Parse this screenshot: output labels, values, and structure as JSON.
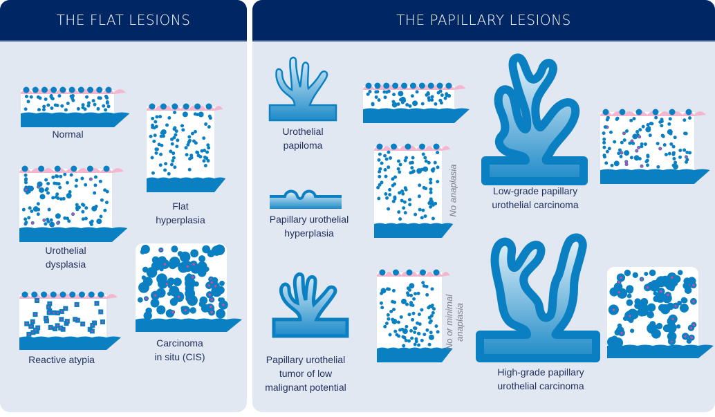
{
  "colors": {
    "header": "#002663",
    "panel": "#e2e8f1",
    "cell": "#0a7fc2",
    "membrane": "#0a7fc2",
    "umbrella": "#f4b6cf",
    "nucleolus": "#e8439a",
    "text": "#1e2f5c",
    "note": "#7a7f89"
  },
  "flat": {
    "title": "THE FLAT LESIONS",
    "items": [
      {
        "label_lines": [
          "Normal"
        ]
      },
      {
        "label_lines": [
          "Flat",
          "hyperplasia"
        ]
      },
      {
        "label_lines": [
          "Urothelial",
          "dysplasia"
        ]
      },
      {
        "label_lines": [
          "Reactive atypia"
        ]
      },
      {
        "label_lines": [
          "Carcinoma",
          "in situ (CIS)"
        ]
      }
    ]
  },
  "papillary": {
    "title": "THE PAPILLARY LESIONS",
    "items": [
      {
        "label_lines": [
          "Urothelial",
          "papiloma"
        ]
      },
      {
        "label_lines": [
          "Papillary urothelial",
          "hyperplasia"
        ]
      },
      {
        "label_lines": [
          "Papillary urothelial",
          "tumor of low",
          "malignant potential"
        ]
      },
      {
        "label_lines": [
          "Low-grade papillary",
          "urothelial carcinoma"
        ]
      },
      {
        "label_lines": [
          "High-grade papillary",
          "urothelial carcinoma"
        ]
      }
    ],
    "notes": {
      "no_anaplasia": "No anaplasia",
      "minimal_line1": "No or minimal",
      "minimal_line2": "anaplasia"
    }
  }
}
